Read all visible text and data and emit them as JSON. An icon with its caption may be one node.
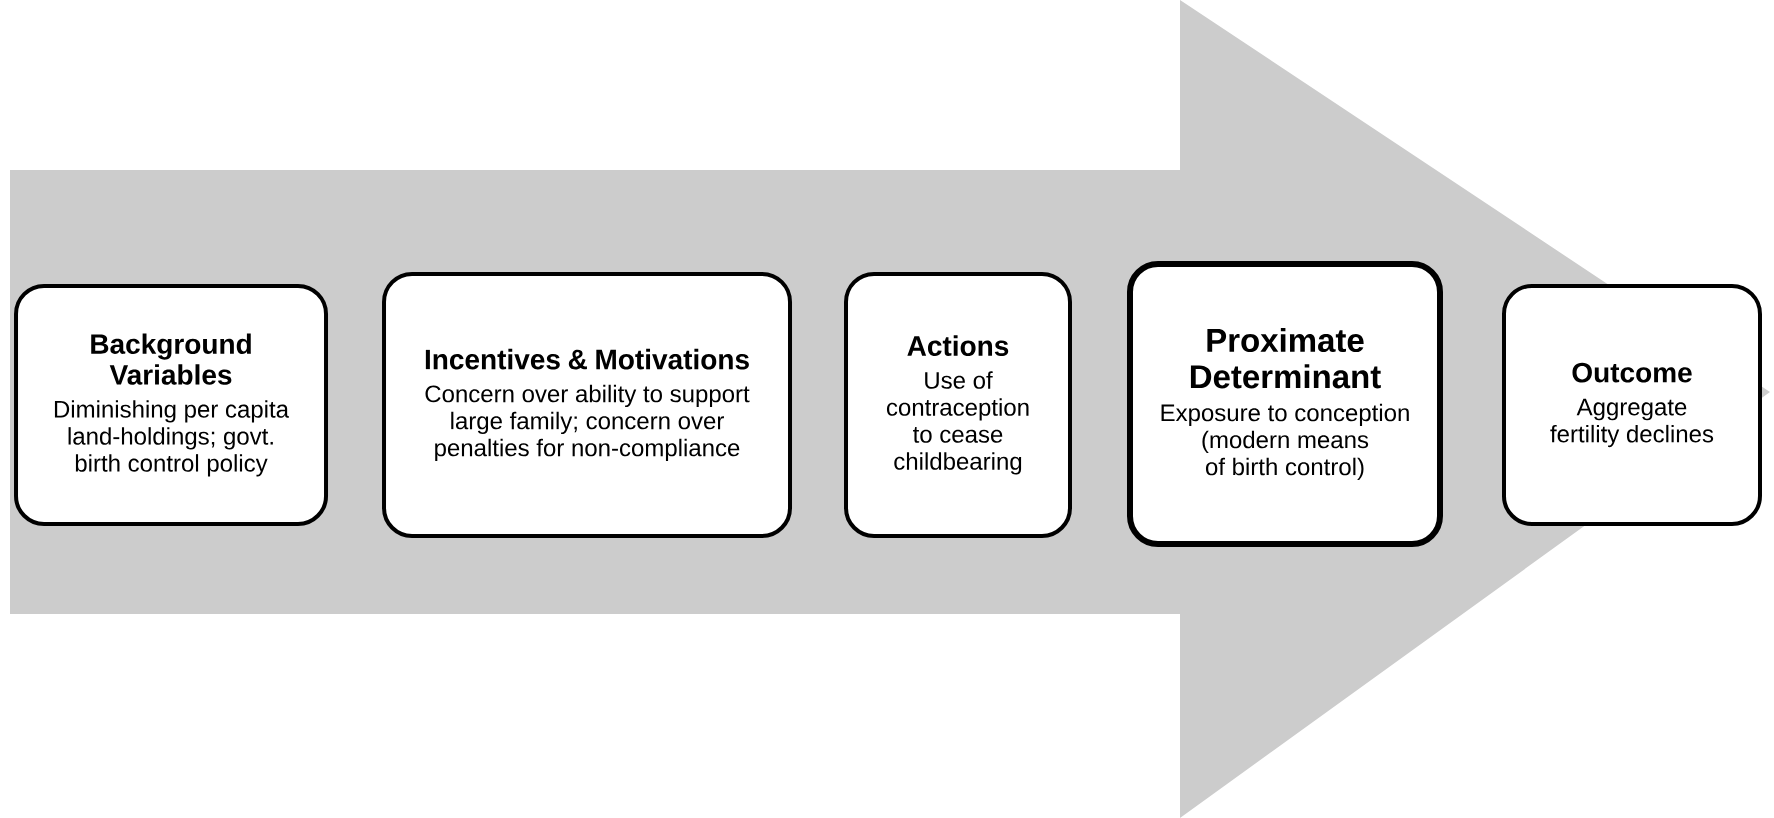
{
  "diagram": {
    "nodes": [
      {
        "text": [
          "Background Variables",
          "Diminishing per capita land-holdings; govt. birth control policy"
        ]
      },
      {
        "text": [
          "Incentives & Motivations",
          "Concern over ability to support large family; concern over penalties for non-compliance"
        ]
      },
      {
        "text": [
          "Actions",
          "Use of contraception to cease childbearing"
        ]
      },
      {
        "text": [
          "Proximate Determinant",
          "Exposure to conception (modern means of birth control)"
        ]
      },
      {
        "text": [
          "Outcome",
          "Aggregate fertility declines"
        ]
      }
    ],
    "edges": [
      {
        "from": 0,
        "to": 4,
        "arrow": "to"
      }
    ]
  }
}
